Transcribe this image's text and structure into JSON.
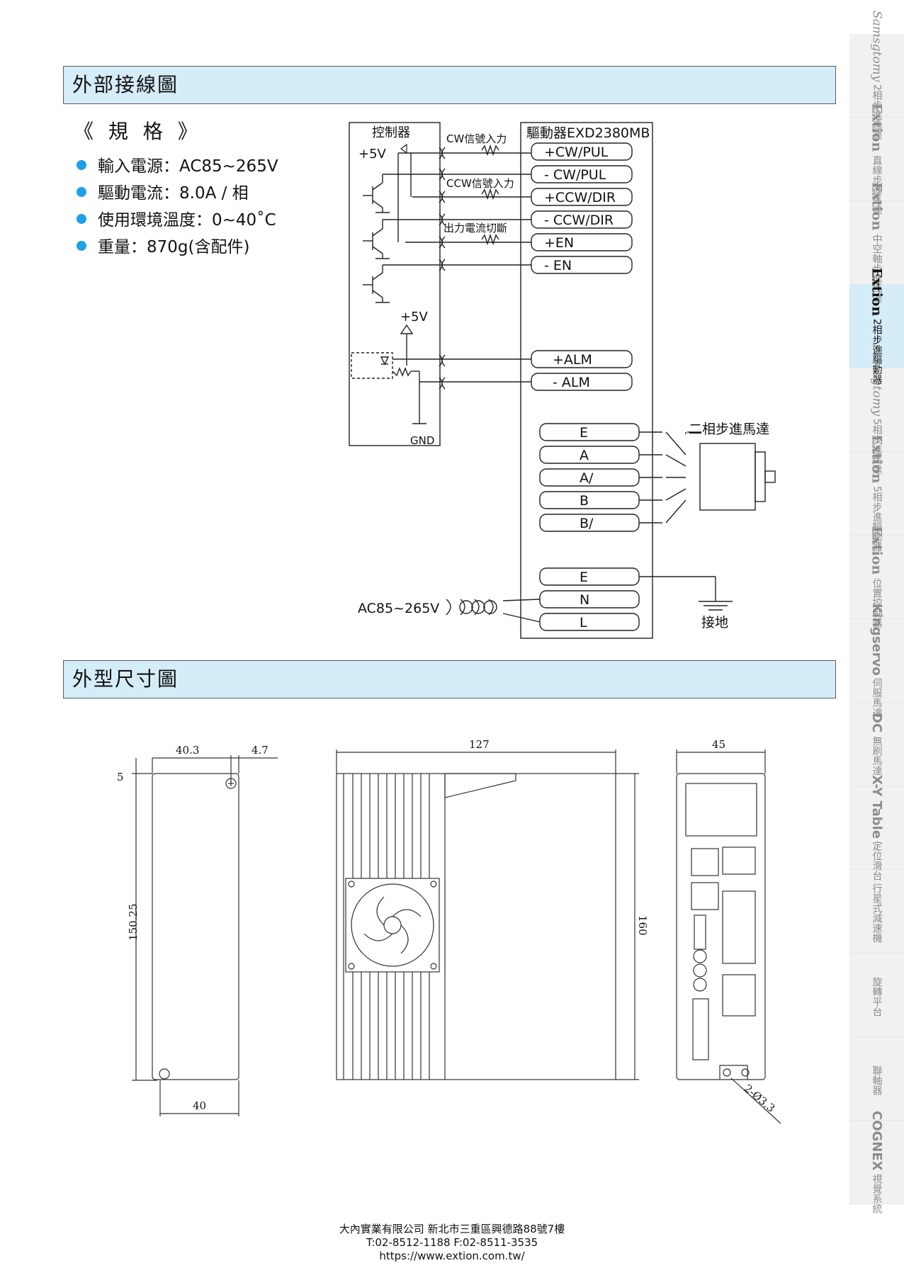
{
  "sections": {
    "wiring_title": "外部接線圖",
    "dimension_title": "外型尺寸圖"
  },
  "specs": {
    "title": "《 規 格 》",
    "items": [
      "輸入電源：AC85~265V",
      "驅動電流：8.0A / 相",
      "使用環境溫度：0~40˚C",
      "重量：870g(含配件)"
    ]
  },
  "wiring": {
    "controller_label": "控制器",
    "driver_label": "驅動器EXD2380MB",
    "plus5v": "+5V",
    "plus5v_lower": "+5V",
    "gnd": "GND",
    "cw_signal": "CW信號入力",
    "ccw_signal": "CCW信號入力",
    "current_off": "出力電流切斷",
    "terminals": [
      "+CW/PUL",
      "- CW/PUL",
      "+CCW/DIR",
      "- CCW/DIR",
      "+EN",
      "- EN"
    ],
    "alarm_terminals": [
      "+ALM",
      "- ALM"
    ],
    "motor_terminals": [
      "E",
      "A",
      "A/",
      "B",
      "B/"
    ],
    "motor_label": "二相步進馬達",
    "power_terminals": [
      "E",
      "N",
      "L"
    ],
    "power_input": "AC85~265V",
    "ground_label": "接地"
  },
  "dimensions": {
    "side_width": "40.3",
    "side_offset": "4.7",
    "side_top": "5",
    "side_height": "150.25",
    "side_bottom": "40",
    "front_width": "127",
    "front_height": "160",
    "end_width": "45",
    "hole": "2-Ø3.3"
  },
  "side_tabs": [
    {
      "brand": "Samsgtomy",
      "sub": "2相步進馬達",
      "active": false
    },
    {
      "brand": "Extion",
      "sub": "直線步進馬達",
      "active": false
    },
    {
      "brand": "Extion",
      "sub": "中空軸步進馬達",
      "active": false
    },
    {
      "brand": "Extion",
      "sub": "2相步進驅動器",
      "active": true
    },
    {
      "brand": "Samsgtomy",
      "sub": "5相步進馬達",
      "active": false
    },
    {
      "brand": "Extion",
      "sub": "5相步進驅動器",
      "active": false
    },
    {
      "brand": "Extion",
      "sub": "位置控制器",
      "active": false
    },
    {
      "brand": "Kingservo",
      "sub": "伺服馬達",
      "active": false
    },
    {
      "brand": "DC",
      "sub": "無刷馬達",
      "active": false
    },
    {
      "brand": "X-Y Table",
      "sub": "定位滑台",
      "active": false
    },
    {
      "brand": "",
      "sub": "行星式減速機",
      "active": false
    },
    {
      "brand": "",
      "sub": "旋轉平台",
      "active": false
    },
    {
      "brand": "",
      "sub": "聯軸器",
      "active": false
    },
    {
      "brand": "COGNEX",
      "sub": "視覺系統",
      "active": false
    }
  ],
  "footer": {
    "line1": "大內實業有限公司 新北市三重區興德路88號7樓",
    "line2": "T:02-8512-1188  F:02-8511-3535",
    "line3": "https://www.extion.com.tw/"
  }
}
